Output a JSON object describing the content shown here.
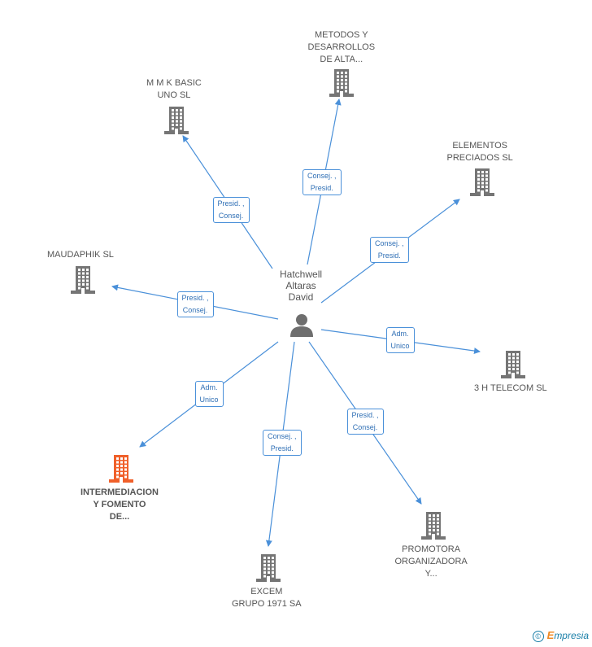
{
  "center": {
    "name_lines": [
      "Hatchwell",
      "Altaras",
      "David"
    ],
    "icon": "person-icon"
  },
  "nodes": [
    {
      "id": "metodos",
      "lines": [
        "METODOS Y",
        "DESARROLLOS",
        "DE ALTA..."
      ],
      "highlight": false
    },
    {
      "id": "mmk",
      "lines": [
        "M M K BASIC",
        "UNO SL"
      ],
      "highlight": false
    },
    {
      "id": "elementos",
      "lines": [
        "ELEMENTOS",
        "PRECIADOS SL"
      ],
      "highlight": false
    },
    {
      "id": "maudaphik",
      "lines": [
        "MAUDAPHIK SL"
      ],
      "highlight": false
    },
    {
      "id": "telecom",
      "lines": [
        "3 H TELECOM SL"
      ],
      "highlight": false
    },
    {
      "id": "intermediacion",
      "lines": [
        "INTERMEDIACION",
        "Y FOMENTO",
        "DE..."
      ],
      "highlight": true
    },
    {
      "id": "excem",
      "lines": [
        "EXCEM",
        "GRUPO 1971 SA"
      ],
      "highlight": false
    },
    {
      "id": "promotora",
      "lines": [
        "PROMOTORA",
        "ORGANIZADORA",
        "Y..."
      ],
      "highlight": false
    }
  ],
  "edges": [
    {
      "to": "metodos",
      "lines": [
        "Consej. ,",
        "Presid."
      ]
    },
    {
      "to": "mmk",
      "lines": [
        "Presid. ,",
        "Consej."
      ]
    },
    {
      "to": "elementos",
      "lines": [
        "Consej. ,",
        "Presid."
      ]
    },
    {
      "to": "maudaphik",
      "lines": [
        "Presid. ,",
        "Consej."
      ]
    },
    {
      "to": "telecom",
      "lines": [
        "Adm.",
        "Unico"
      ]
    },
    {
      "to": "intermediacion",
      "lines": [
        "Adm.",
        "Unico"
      ]
    },
    {
      "to": "excem",
      "lines": [
        "Consej. ,",
        "Presid."
      ]
    },
    {
      "to": "promotora",
      "lines": [
        "Presid. ,",
        "Consej."
      ]
    }
  ],
  "colors": {
    "edge": "#4a90d9",
    "building": "#757575",
    "building_highlight": "#f0602a",
    "person": "#6e6e6e"
  },
  "footer": {
    "copyright_symbol": "©",
    "brand_first": "E",
    "brand_rest": "mpresia"
  }
}
